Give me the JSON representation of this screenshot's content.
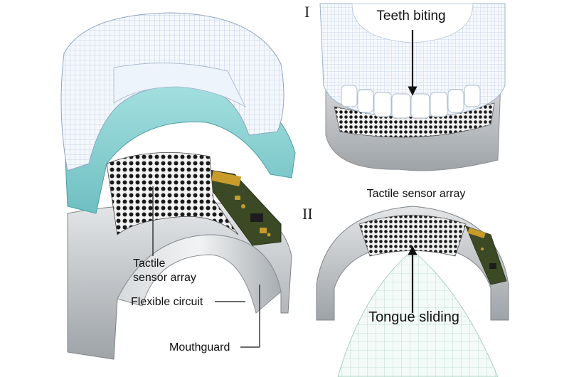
{
  "panels": {
    "main": {
      "labels": {
        "tactile": [
          "Tactile",
          "sensor array"
        ],
        "flexible": "Flexible circuit",
        "mouthguard": "Mouthguard"
      }
    },
    "top_right": {
      "numeral": "I",
      "caption": "Teeth biting"
    },
    "bottom_right": {
      "numeral": "II",
      "caption_top": "Tactile sensor array",
      "caption_bottom": "Tongue sliding"
    }
  },
  "colors": {
    "teeth_mesh": "#b9cbe0",
    "teeth_fill": "#f3f7fc",
    "mouthguard_teal": "#8fd3d5",
    "mouthguard_gray": "#c9cdd0",
    "sensor_dot": "#1b1b1b",
    "circuit_green": "#3b4a24",
    "circuit_gold": "#c89b2a"
  }
}
